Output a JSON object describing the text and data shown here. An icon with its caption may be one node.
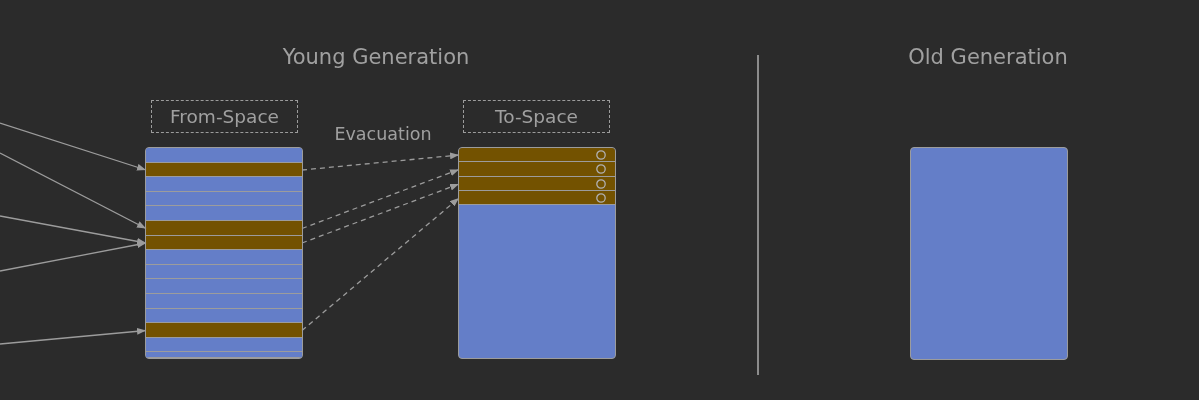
{
  "diagram": {
    "nodes": [
      {
        "text": [
          "From-Space"
        ]
      },
      {
        "text": [],
        "shape": "box"
      },
      {
        "text": [],
        "shape": "bar",
        "in": 1
      },
      {
        "text": [],
        "shape": "bar",
        "in": 1
      },
      {
        "text": [],
        "shape": "bar",
        "in": 1
      },
      {
        "text": [],
        "shape": "bar",
        "in": 1
      },
      {
        "text": [],
        "shape": "bar",
        "in": 1
      },
      {
        "text": [],
        "shape": "bar",
        "in": 1
      },
      {
        "text": [],
        "shape": "bar",
        "in": 1
      },
      {
        "text": [],
        "shape": "bar",
        "in": 1
      },
      {
        "text": [],
        "shape": "bar",
        "in": 1
      },
      {
        "text": [],
        "shape": "bar",
        "in": 1
      },
      {
        "text": [],
        "shape": "bar",
        "in": 1
      },
      {
        "text": [],
        "shape": "bar",
        "in": 1
      },
      {
        "text": [],
        "shape": "bar",
        "in": 1
      },
      {
        "text": [],
        "shape": "bar",
        "in": 1
      },
      {
        "text": [],
        "shape": "bar",
        "in": 1
      },
      {
        "text": [
          "To-Space"
        ]
      },
      {
        "text": [],
        "shape": "box"
      },
      {
        "text": [],
        "shape": "bar",
        "in": 18
      },
      {
        "text": [],
        "shape": "bar",
        "in": 18
      },
      {
        "text": [],
        "shape": "bar",
        "in": 18
      },
      {
        "text": [],
        "shape": "bar",
        "in": 18
      },
      {
        "text": [],
        "shape": "box"
      }
    ],
    "edges": [
      {
        "from": null,
        "to": 3,
        "arrow": "to"
      },
      {
        "from": null,
        "to": 7,
        "arrow": "to"
      },
      {
        "from": null,
        "to": 8,
        "arrow": "to"
      },
      {
        "from": null,
        "to": 8,
        "arrow": "to"
      },
      {
        "from": null,
        "to": 14,
        "arrow": "to"
      },
      {
        "from": 3,
        "to": 19,
        "arrow": "to",
        "style": "dashed"
      },
      {
        "from": 7,
        "to": 20,
        "arrow": "to",
        "style": "dashed"
      },
      {
        "from": 8,
        "to": 21,
        "arrow": "to",
        "style": "dashed"
      },
      {
        "from": 14,
        "to": 22,
        "arrow": "to",
        "style": "dashed"
      }
    ],
    "labels": [
      "Young Generation",
      "Old Generation",
      "Evacuation"
    ]
  }
}
